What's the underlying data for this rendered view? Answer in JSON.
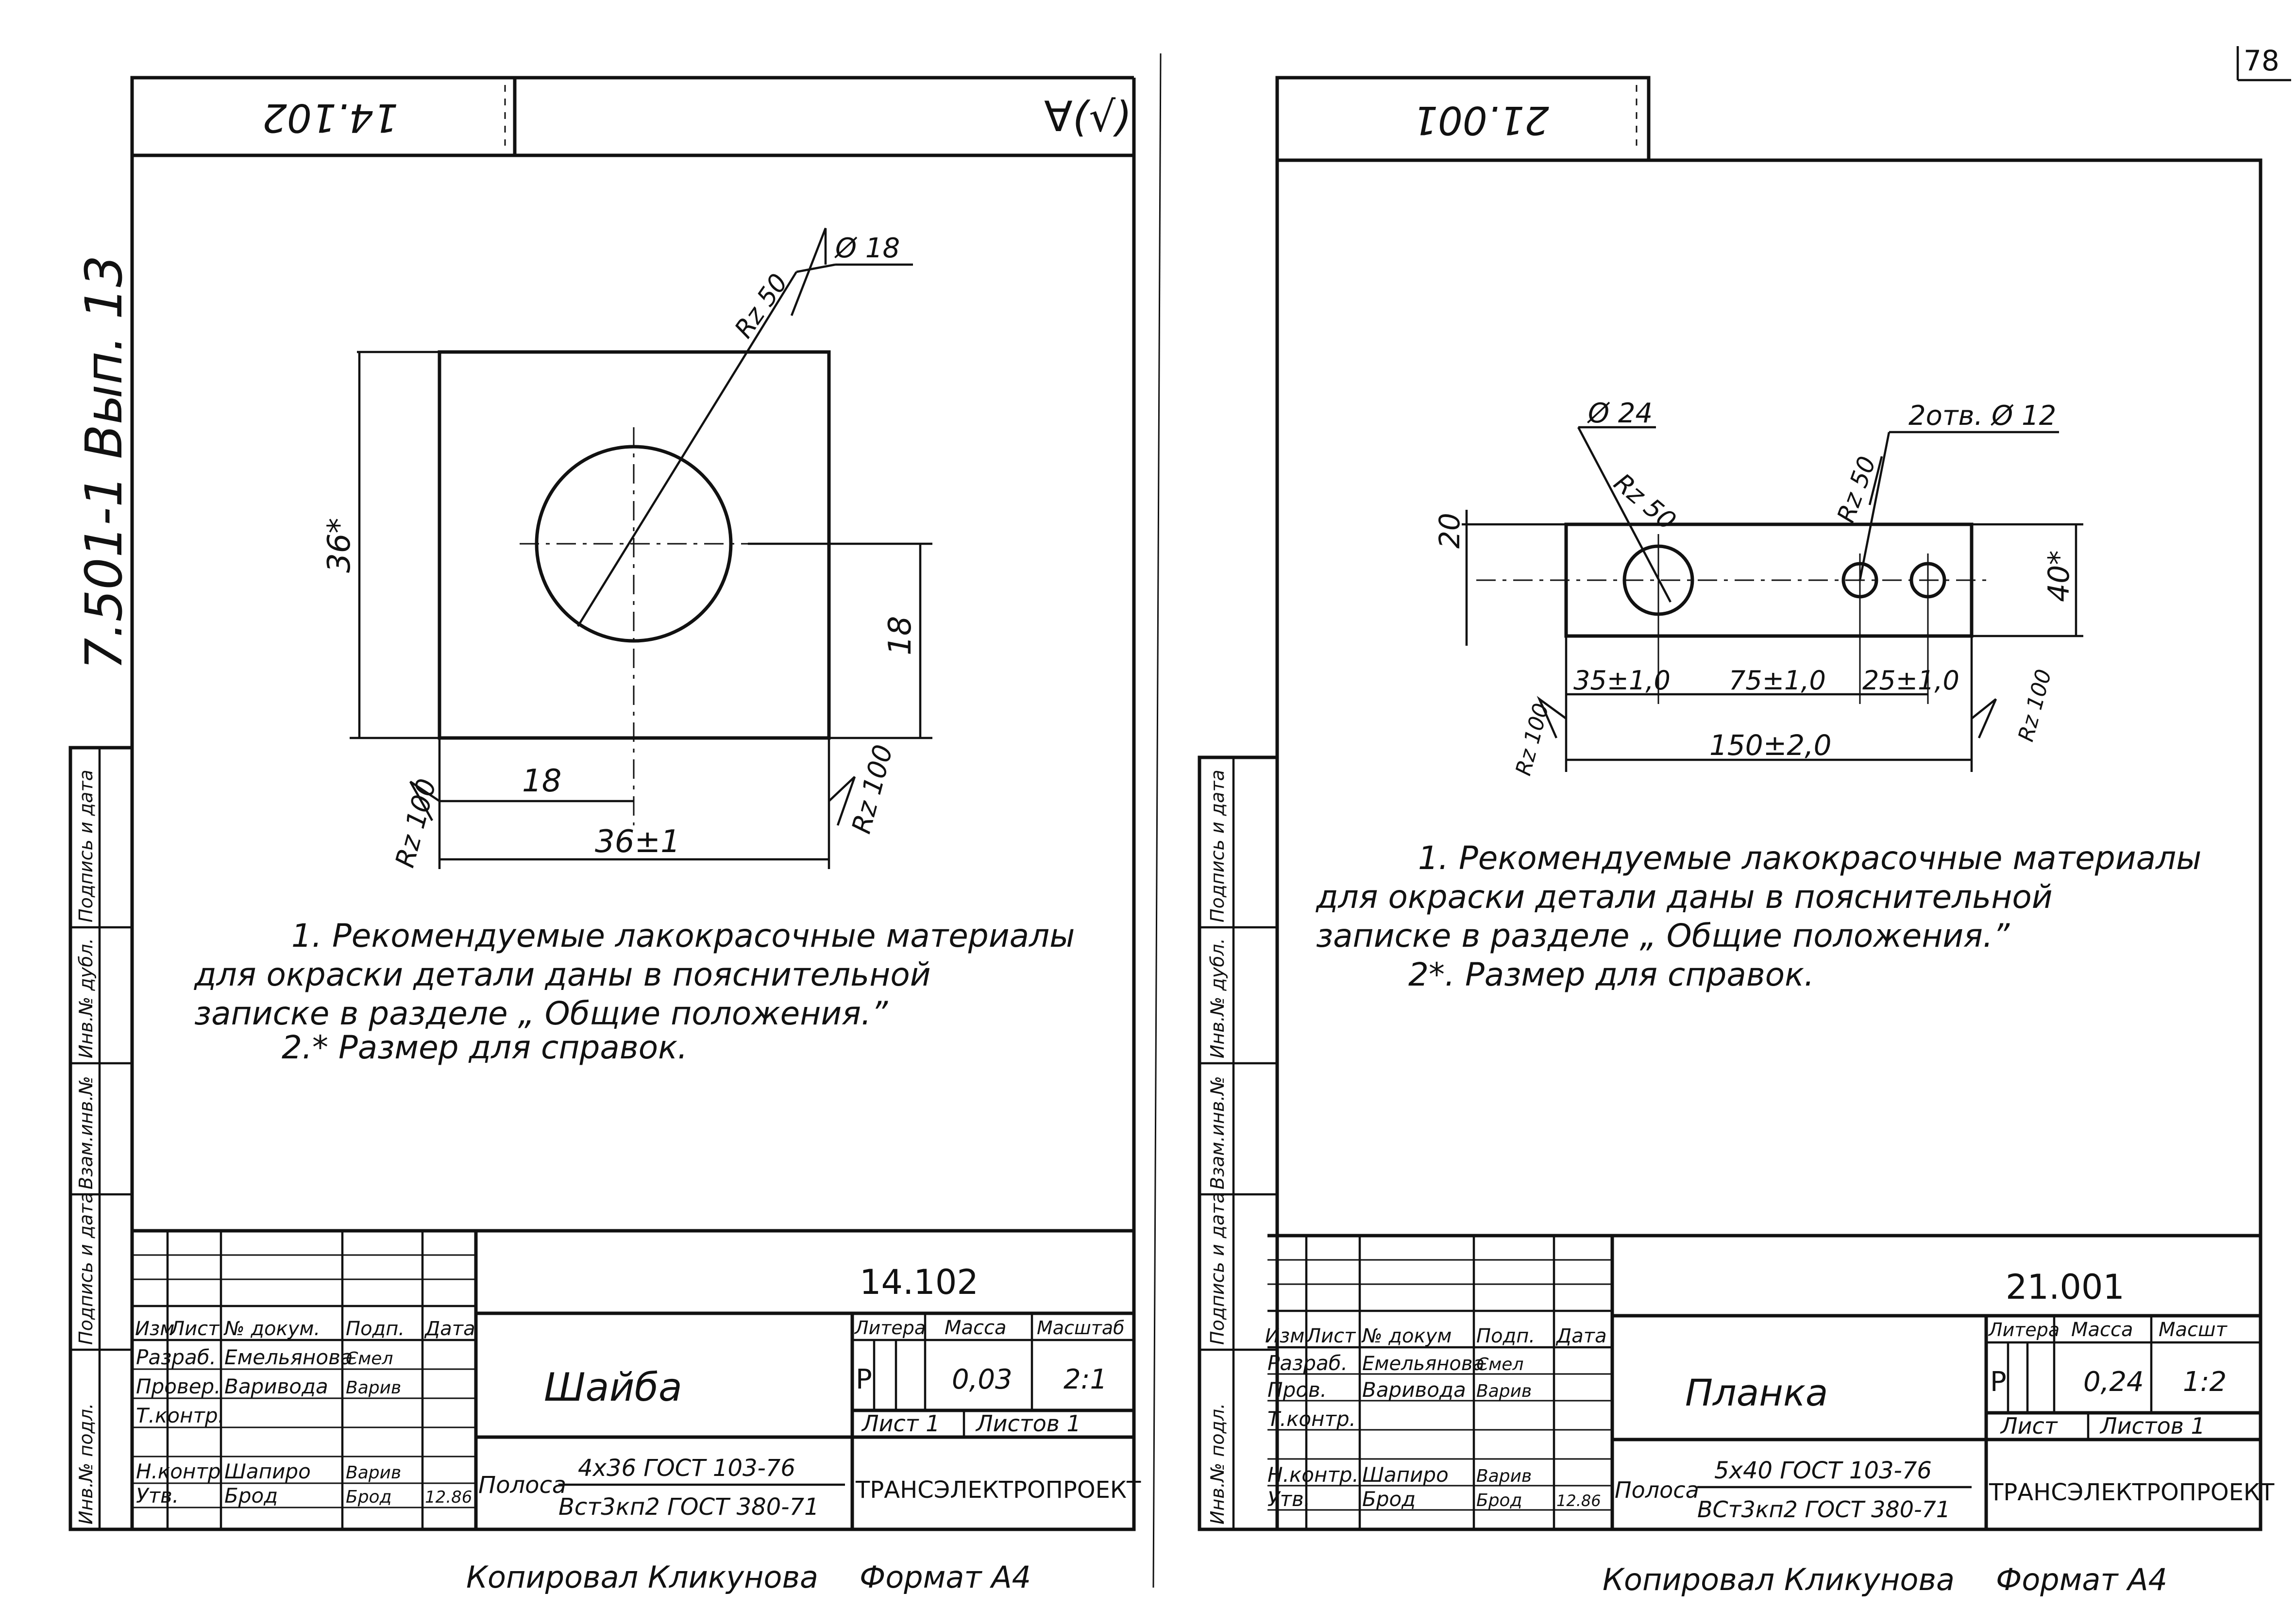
{
  "page": {
    "number": "78"
  },
  "left": {
    "stamp_number_mirrored": "14.102",
    "roughness_mark": "∀(√)",
    "series_vertical": "7.501-1 Вып. 13",
    "dims": {
      "hole": "Ø 18",
      "rz_hole": "Rz 50",
      "height": "36*",
      "half_height": "18",
      "half_width": "18",
      "width": "36±1",
      "rz_left": "Rz 100",
      "rz_right": "Rz 100"
    },
    "notes": [
      "1. Рекомендуемые лакокрасочные материалы",
      "для окраски детали даны в пояснительной",
      "записке в разделе „ Общие положения.”",
      "2.* Размер для справок."
    ],
    "side_stamp": [
      "Инв.№ подл.",
      "Подпись и дата",
      "Взам.инв.№",
      "Инв.№ дубл.",
      "Подпись и дата"
    ],
    "title_block": {
      "designation": "14.102",
      "name": "Шайба",
      "material_line1": "4x36 ГОСТ 103-76",
      "material_line2": "Вст3кп2 ГОСТ 380-71",
      "material_prefix": "Полоса",
      "litera_header": "Литера",
      "mass_header": "Масса",
      "scale_header": "Масштаб",
      "litera": "Р",
      "mass": "0,03",
      "scale": "2:1",
      "sheet": "Лист 1",
      "sheets": "Листов 1",
      "org": "ТРАНСЭЛЕКТРОПРОЕКТ",
      "header_row": [
        "Изм",
        "Лист",
        "№ докум.",
        "Подп.",
        "Дата"
      ],
      "rows": [
        [
          "Разраб.",
          "Емельянова",
          "Ємел"
        ],
        [
          "Провер.",
          "Варивода",
          "Варив"
        ],
        [
          "Т.контр.",
          "",
          ""
        ],
        [
          "",
          "",
          ""
        ],
        [
          "Н.контр",
          "Шапиро",
          "Варив"
        ],
        [
          "Утв.",
          "Брод",
          "Брод"
        ]
      ],
      "date": "12.86"
    },
    "footer_copied": "Копировал Кликунова",
    "footer_format": "Формат А4"
  },
  "right": {
    "stamp_number_mirrored": "21.001",
    "dims": {
      "hole_big": "Ø 24",
      "rz_big": "Rz 50",
      "holes_small": "2отв. Ø 12",
      "rz_small": "Rz 50",
      "axis_offset": "20",
      "height": "40*",
      "d1": "35±1,0",
      "d2": "75±1,0",
      "d3": "25±1,0",
      "total": "150±2,0",
      "rz_left": "Rz 100",
      "rz_right": "Rz 100"
    },
    "notes": [
      "1. Рекомендуемые лакокрасочные материалы",
      "для окраски детали даны в пояснительной",
      "записке в разделе „ Общие положения.”",
      "2*. Размер для справок."
    ],
    "side_stamp": [
      "Инв.№ подл.",
      "Подпись и дата",
      "Взам.инв.№",
      "Инв.№ дубл.",
      "Подпись и дата"
    ],
    "title_block": {
      "designation": "21.001",
      "name": "Планка",
      "material_line1": "5x40 ГОСТ 103-76",
      "material_line2": "ВСт3кп2 ГОСТ 380-71",
      "material_prefix": "Полоса",
      "litera_header": "Литера",
      "mass_header": "Масса",
      "scale_header": "Масшт",
      "litera": "Р",
      "mass": "0,24",
      "scale": "1:2",
      "sheet": "Лист",
      "sheets": "Листов 1",
      "org": "ТРАНСЭЛЕКТРОПРОЕКТ",
      "header_row": [
        "Изм",
        "Лист",
        "№ докум",
        "Подп.",
        "Дата"
      ],
      "rows": [
        [
          "Разраб.",
          "Емельянова",
          "Ємел"
        ],
        [
          "Пров.",
          "Варивода",
          "Варив"
        ],
        [
          "Т.контр.",
          "",
          ""
        ],
        [
          "",
          "",
          ""
        ],
        [
          "Н.контр.",
          "Шапиро",
          "Варив"
        ],
        [
          "Утв.",
          "Брод",
          "Брод"
        ]
      ],
      "date": "12.86"
    },
    "footer_copied": "Копировал Кликунова",
    "footer_format": "Формат А4"
  }
}
